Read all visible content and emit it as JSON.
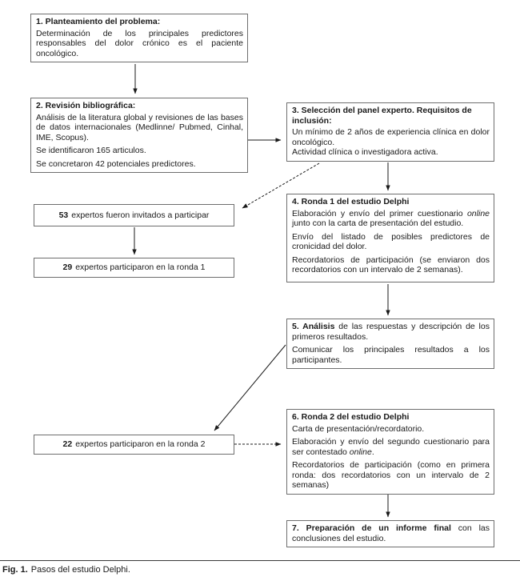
{
  "figure": {
    "caption_label": "Fig. 1.",
    "caption_text": "Pasos del estudio Delphi."
  },
  "colors": {
    "background": "#ffffff",
    "box_border": "#6e6e6e",
    "text": "#1a1a1a",
    "arrow": "#1a1a1a"
  },
  "boxes": {
    "step1": {
      "title": "1. Planteamiento del problema:",
      "body": "Determinación de los principales predictores responsables del dolor crónico es el paciente oncológico."
    },
    "step2": {
      "title": "2. Revisión bibliográfica:",
      "p1": "Análisis de la literatura global y revisiones de las bases de datos internacionales (Medlinne/ Pubmed, Cinhal, IME, Scopus).",
      "p2": "Se identificaron 165 articulos.",
      "p3": "Se concretaron 42 potenciales predictores."
    },
    "step3": {
      "title": "3. Selección del panel experto. Requisitos de inclusión:",
      "p1": "Un mínimo de 2 años de experiencia clínica en dolor oncológico.",
      "p2": "Actividad clínica o investigadora activa."
    },
    "invited": {
      "number": "53",
      "text": "expertos fueron invitados a participar"
    },
    "round1": {
      "number": "29",
      "text": "expertos participaron en la ronda 1"
    },
    "step4": {
      "title": "4. Ronda 1 del estudio Delphi",
      "p1_pre": "Elaboración y envío del primer cuestionario ",
      "p1_italic": "online",
      "p1_post": " junto con la carta de presentación del estudio.",
      "p2": "Envío del listado de posibles predictores de cronicidad del dolor.",
      "p3": "Recordatorios de participación (se enviaron dos recordatorios con un intervalo de 2 semanas)."
    },
    "step5": {
      "title_bold": "5. Análisis",
      "title_rest": " de las respuestas y descripción de los primeros resultados.",
      "p2": "Comunicar los principales resultados a los participantes."
    },
    "step6": {
      "title": "6. Ronda 2 del estudio Delphi",
      "p1": "Carta de presentación/recordatorio.",
      "p2_pre": "Elaboración y envío del segundo cuestionario para ser contestado ",
      "p2_italic": "online",
      "p2_post": ".",
      "p3": "Recordatorios de participación (como en primera ronda: dos recordatorios con un intervalo de 2 semanas)"
    },
    "round2": {
      "number": "22",
      "text": "expertos participaron en la ronda 2"
    },
    "step7": {
      "title_bold": "7. Preparación de un informe final",
      "title_rest": " con las conclusiones del estudio."
    }
  }
}
